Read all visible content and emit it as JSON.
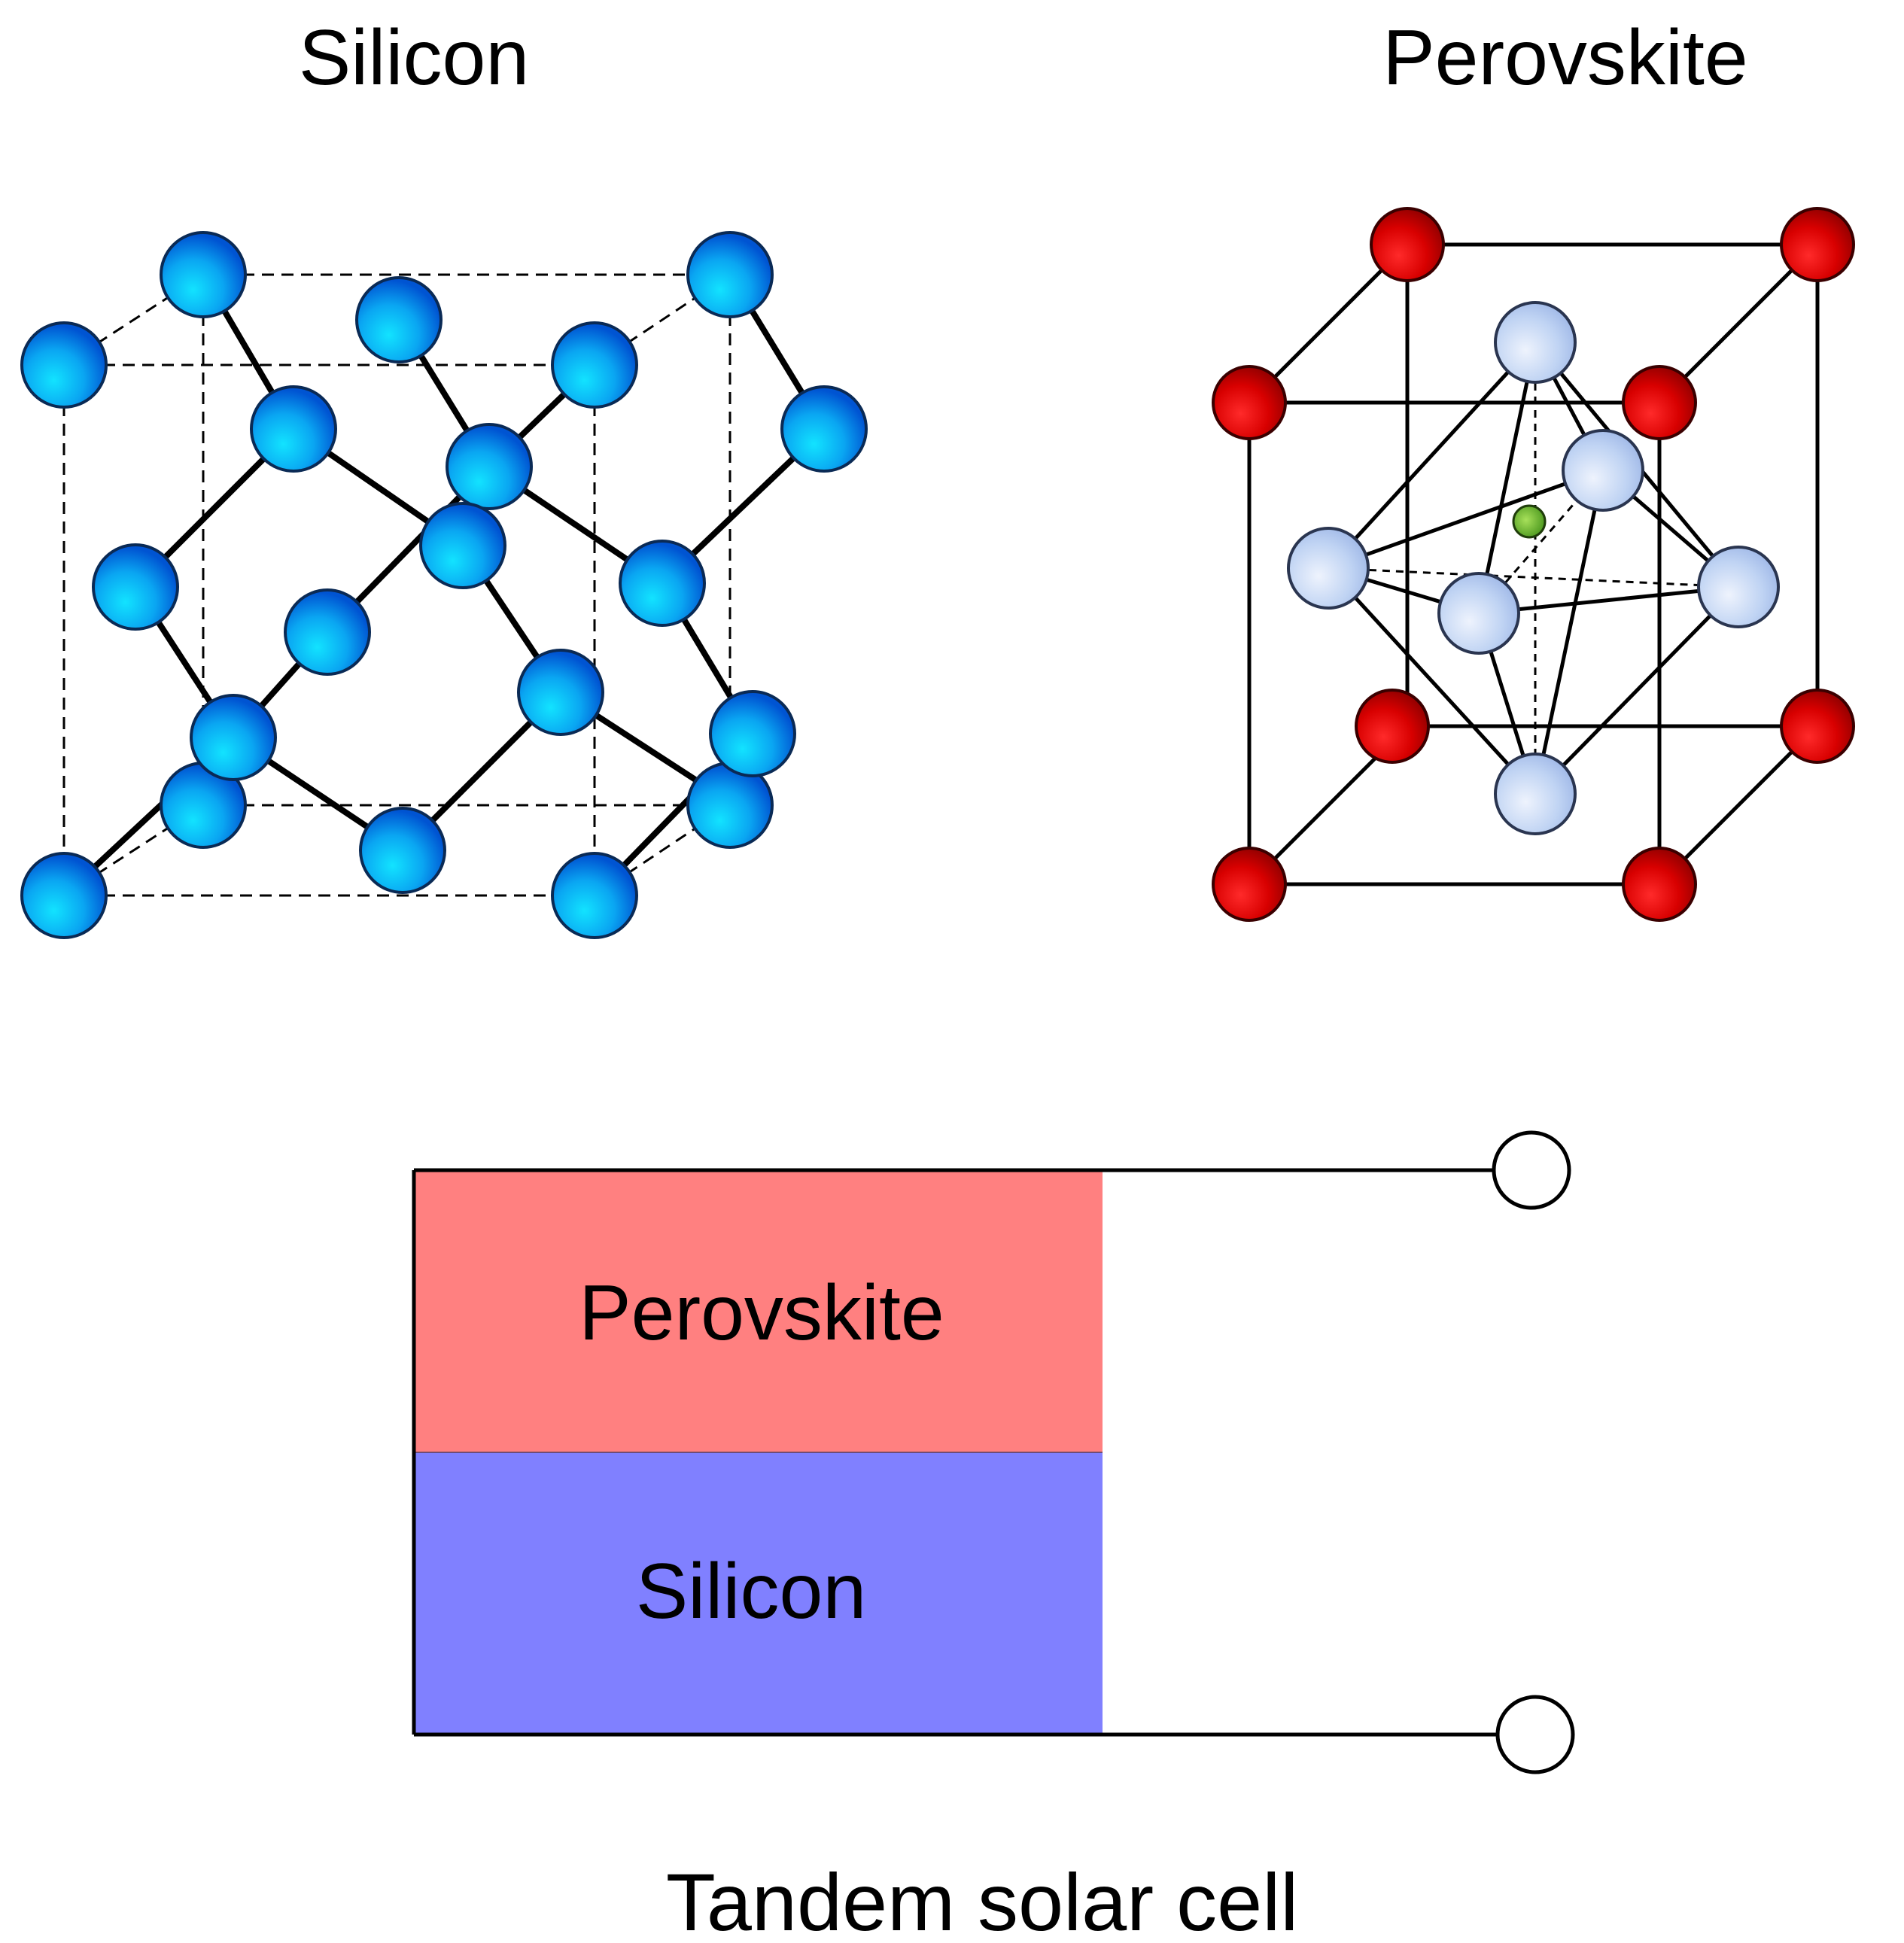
{
  "titles": {
    "silicon": "Silicon",
    "perovskite": "Perovskite"
  },
  "tandem": {
    "top_layer_label": "Perovskite",
    "bottom_layer_label": "Silicon",
    "caption": "Tandem solar cell"
  },
  "colors": {
    "silicon_atom": "#1a9ff0",
    "perovskite_corner_atom": "#e00000",
    "perovskite_octahedron_atom": "#b5cdf2",
    "perovskite_center_atom": "#6ab52a",
    "perovskite_layer": "#ff8080",
    "silicon_layer": "#8080ff",
    "line": "#000000"
  }
}
